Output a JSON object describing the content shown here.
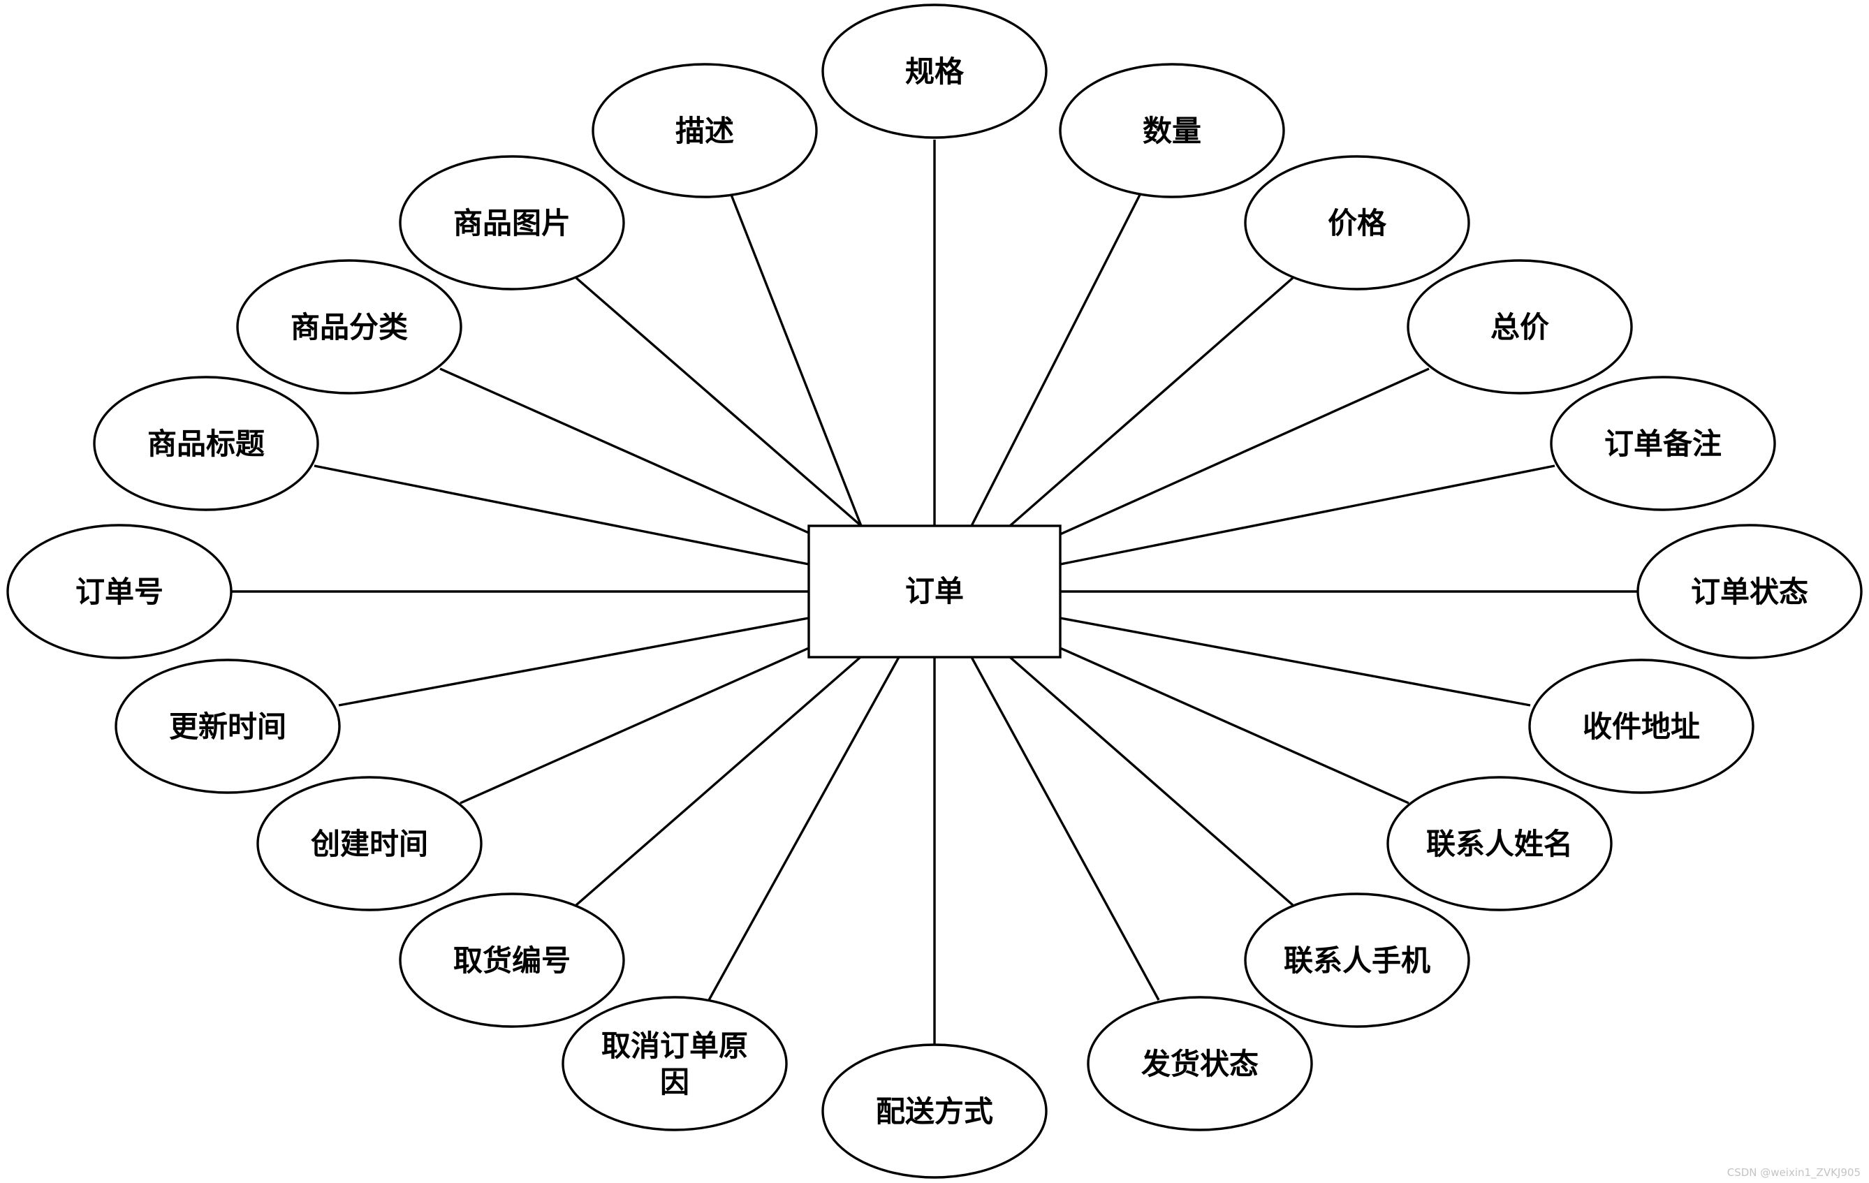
{
  "entity": {
    "label": "订单"
  },
  "attributes": [
    {
      "id": "spec",
      "label": "规格"
    },
    {
      "id": "description",
      "label": "描述"
    },
    {
      "id": "quantity",
      "label": "数量"
    },
    {
      "id": "product-image",
      "label": "商品图片"
    },
    {
      "id": "price",
      "label": "价格"
    },
    {
      "id": "product-category",
      "label": "商品分类"
    },
    {
      "id": "total-price",
      "label": "总价"
    },
    {
      "id": "product-title",
      "label": "商品标题"
    },
    {
      "id": "order-remark",
      "label": "订单备注"
    },
    {
      "id": "order-number",
      "label": "订单号"
    },
    {
      "id": "order-status",
      "label": "订单状态"
    },
    {
      "id": "update-time",
      "label": "更新时间"
    },
    {
      "id": "shipping-address",
      "label": "收件地址"
    },
    {
      "id": "create-time",
      "label": "创建时间"
    },
    {
      "id": "contact-name",
      "label": "联系人姓名"
    },
    {
      "id": "pickup-number",
      "label": "取货编号"
    },
    {
      "id": "contact-phone",
      "label": "联系人手机"
    },
    {
      "id": "cancel-reason",
      "label": [
        "取消订单原",
        "因"
      ]
    },
    {
      "id": "delivery-status",
      "label": "发货状态"
    },
    {
      "id": "delivery-method",
      "label": "配送方式"
    }
  ],
  "watermark": "CSDN @weixin1_ZVKJ905"
}
